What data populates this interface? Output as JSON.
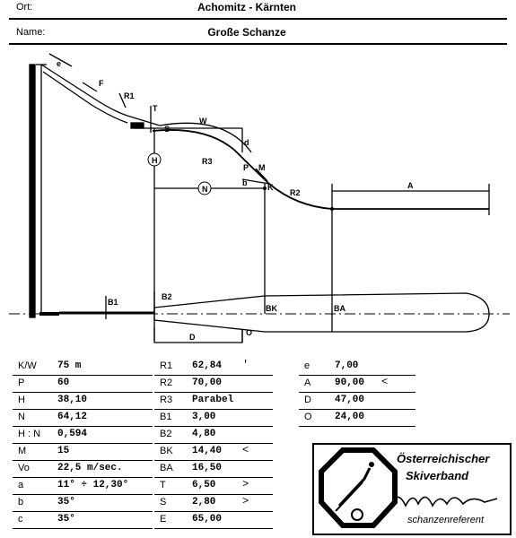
{
  "header": {
    "ort_label": "Ort:",
    "ort_value": "Achomitz - Kärnten",
    "name_label": "Name:",
    "name_value": "Große Schanze"
  },
  "labels": {
    "e": "e",
    "F": "F",
    "R1": "R1",
    "T": "T",
    "S": "S",
    "W": "W",
    "d": "d",
    "H": "H",
    "R3": "R3",
    "P": "P",
    "M": "M",
    "b": "b",
    "K": "K",
    "R2": "R2",
    "N": "N",
    "A": "A",
    "B1": "B1",
    "B2": "B2",
    "BK": "BK",
    "BA": "BA",
    "D": "D",
    "O": "O"
  },
  "table1": [
    {
      "key": "K/W",
      "value": "75 m"
    },
    {
      "key": "P",
      "value": "60"
    },
    {
      "key": "H",
      "value": "38,10"
    },
    {
      "key": "N",
      "value": "64,12"
    },
    {
      "key": "H : N",
      "value": "0,594"
    },
    {
      "key": "M",
      "value": "15"
    },
    {
      "key": "Vo",
      "value": "22,5 m/sec."
    },
    {
      "key": "a",
      "value": "11° ÷ 12,30°"
    },
    {
      "key": "b",
      "value": "35°"
    },
    {
      "key": "c",
      "value": "35°"
    }
  ],
  "table2": [
    {
      "key": "R1",
      "value": "62,84",
      "mark": "'"
    },
    {
      "key": "R2",
      "value": "70,00",
      "mark": ""
    },
    {
      "key": "R3",
      "value": "Parabel",
      "mark": ""
    },
    {
      "key": "B1",
      "value": "3,00",
      "mark": ""
    },
    {
      "key": "B2",
      "value": "4,80",
      "mark": ""
    },
    {
      "key": "BK",
      "value": "14,40",
      "mark": "<"
    },
    {
      "key": "BA",
      "value": "16,50",
      "mark": ""
    },
    {
      "key": "T",
      "value": "6,50",
      "mark": ">"
    },
    {
      "key": "S",
      "value": "2,80",
      "mark": ">"
    },
    {
      "key": "E",
      "value": "65,00",
      "mark": ""
    }
  ],
  "table3": [
    {
      "key": "e",
      "value": "7,00",
      "mark": ""
    },
    {
      "key": "A",
      "value": "90,00",
      "mark": "<"
    },
    {
      "key": "D",
      "value": "47,00",
      "mark": ""
    },
    {
      "key": "O",
      "value": "24,00",
      "mark": ""
    }
  ],
  "stamp": {
    "line1": "Österreichischer",
    "line2": "Skiverband",
    "line3": "schanzenreferent"
  }
}
